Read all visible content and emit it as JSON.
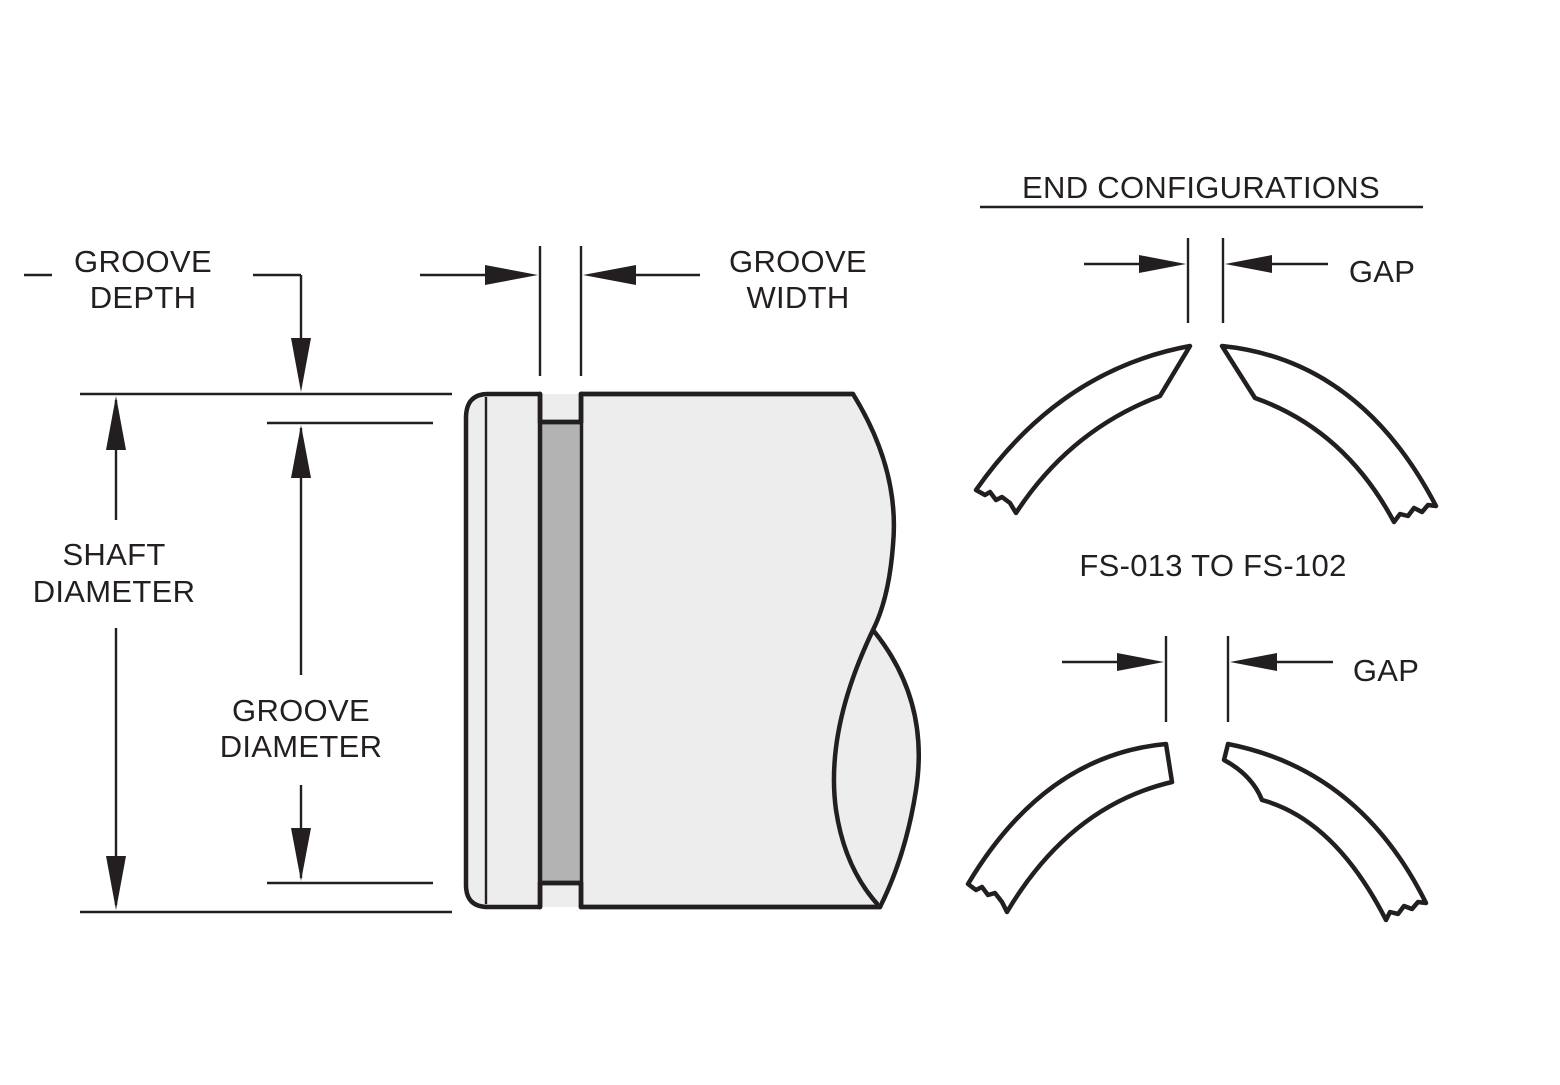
{
  "labels": {
    "groove_depth_line1": "GROOVE",
    "groove_depth_line2": "DEPTH",
    "groove_width_line1": "GROOVE",
    "groove_width_line2": "WIDTH",
    "shaft_diameter_line1": "SHAFT",
    "shaft_diameter_line2": "DIAMETER",
    "groove_diameter_line1": "GROOVE",
    "groove_diameter_line2": "DIAMETER",
    "end_configurations": "END CONFIGURATIONS",
    "gap_top": "GAP",
    "gap_bottom": "GAP",
    "range": "FS-013 TO FS-102"
  },
  "colors": {
    "outline": "#231f20",
    "shaft_fill": "#ededee",
    "groove_fill": "#b3b3b4",
    "background": "#ffffff"
  }
}
